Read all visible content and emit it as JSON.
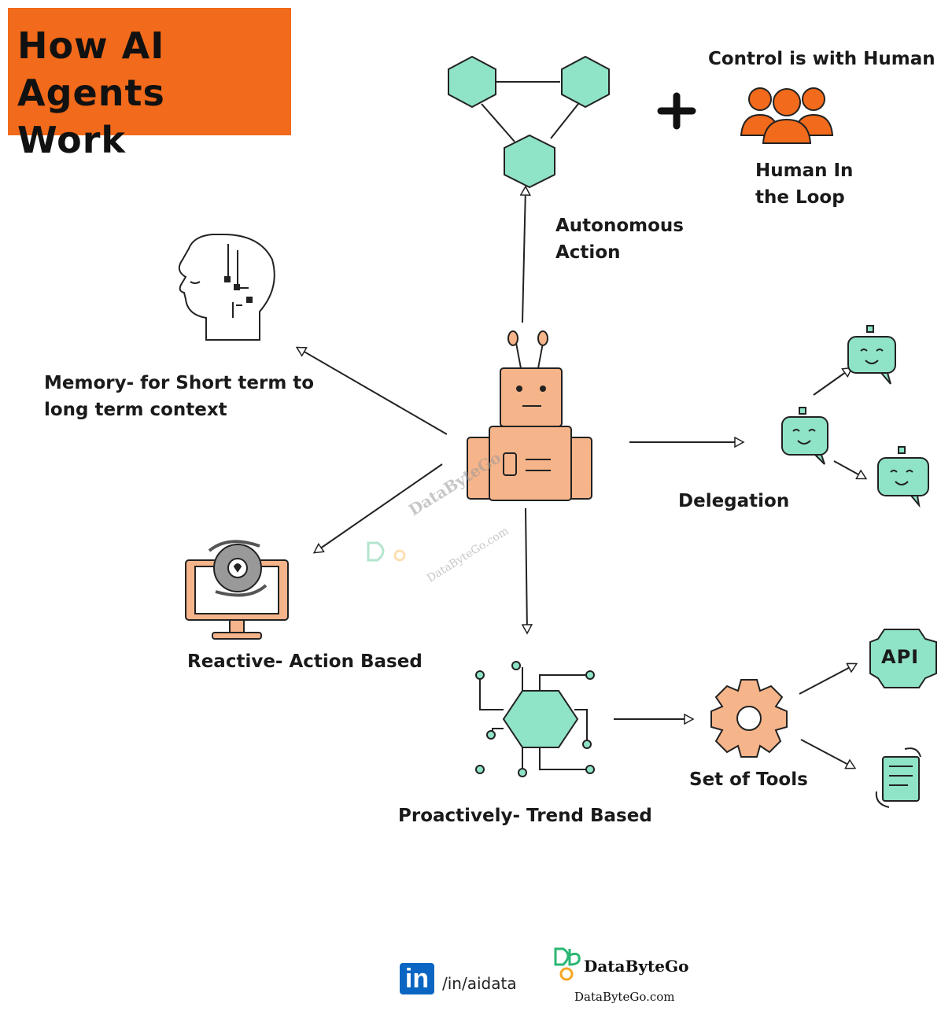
{
  "title": {
    "line1": "How AI",
    "line2": "Agents Work"
  },
  "nodes": {
    "autonomous": {
      "line1": "Autonomous",
      "line2": "Action"
    },
    "control": "Control is with Human",
    "human_loop": {
      "line1": "Human In",
      "line2": "the Loop"
    },
    "plus": "+",
    "memory": {
      "line1": "Memory- for Short term to",
      "line2": "long term context"
    },
    "delegation": "Delegation",
    "reactive": "Reactive- Action Based",
    "proactive": "Proactively- Trend Based",
    "tools": "Set of Tools",
    "api": "API"
  },
  "footer": {
    "linkedin_icon": "in",
    "linkedin_handle": "/in/aidata",
    "brand": "DataByteGo",
    "url": "DataByteGo.com"
  },
  "watermark": {
    "brand": "DataByteGo",
    "url": "DataByteGo.com"
  },
  "colors": {
    "title_bg": "#f26a1b",
    "mint": "#8fe3c6",
    "peach": "#f6b48a",
    "orange_people": "#f26a1b",
    "linkedin": "#0a66c2"
  }
}
